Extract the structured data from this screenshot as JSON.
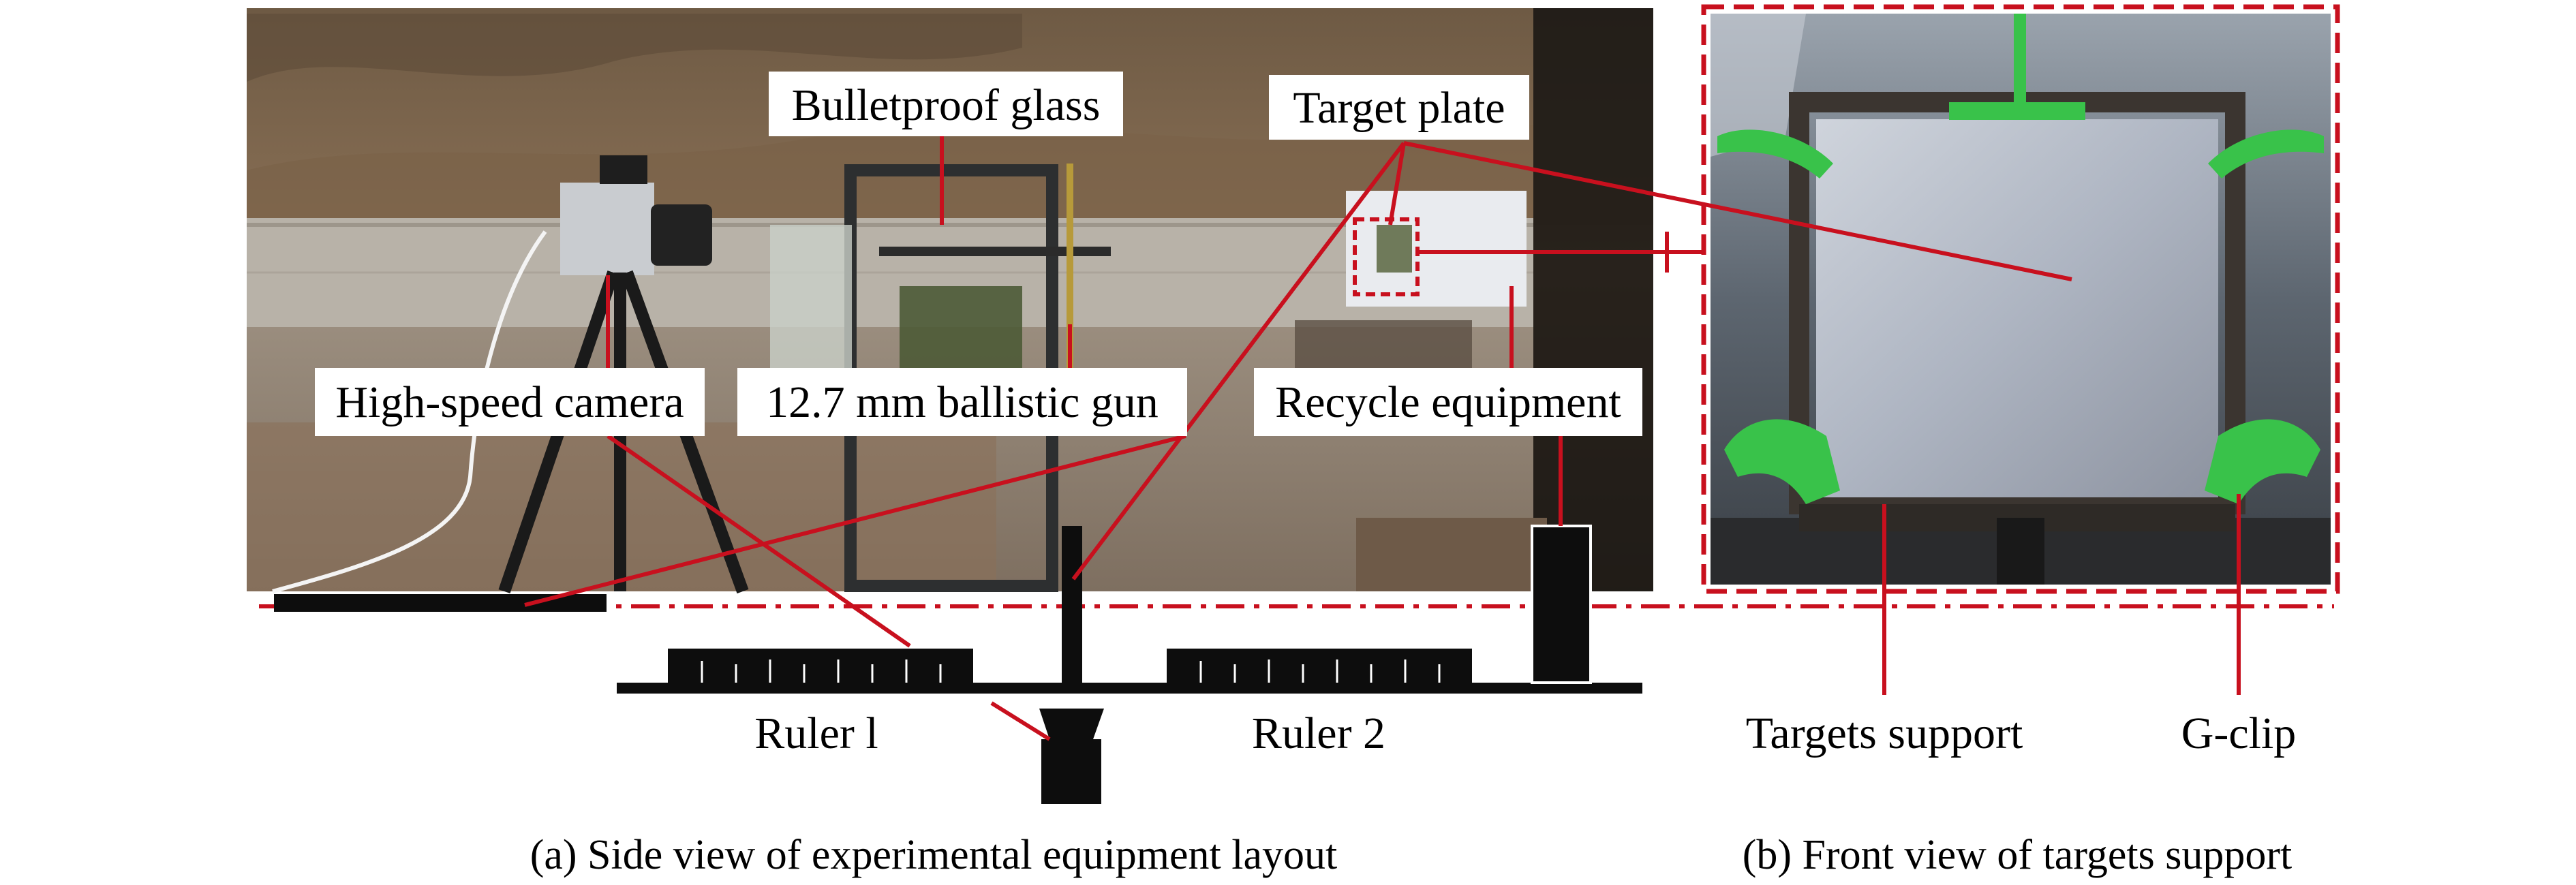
{
  "panel_a": {
    "caption": "(a) Side view of experimental equipment layout",
    "labels": {
      "bulletproof_glass": "Bulletproof glass",
      "target_plate": "Target plate",
      "high_speed_camera": "High-speed camera",
      "ballistic_gun": "12.7 mm ballistic gun",
      "recycle_equipment": "Recycle equipment",
      "ruler1": "Ruler l",
      "ruler2": "Ruler 2"
    }
  },
  "panel_b": {
    "caption": "(b) Front view of targets support",
    "labels": {
      "targets_support": "Targets support",
      "g_clip": "G-clip"
    }
  },
  "colors": {
    "leader_line": "#c8101e",
    "dash_border": "#c8101e",
    "schematic": "#0d0d0d"
  }
}
